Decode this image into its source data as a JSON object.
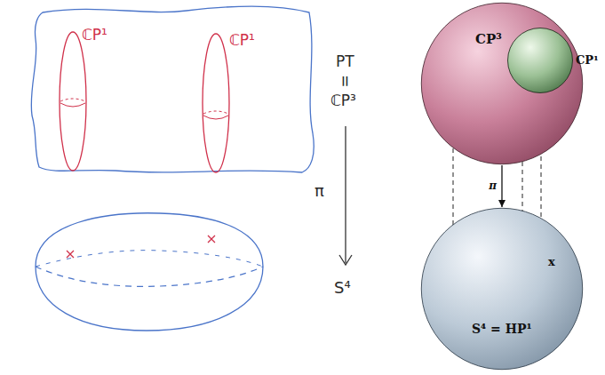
{
  "diagram": {
    "nodes": [
      {
        "text": [
          "CP³"
        ]
      },
      {
        "text": [
          "CP¹"
        ],
        "in": 0
      },
      {
        "text": [
          "S⁴ = HP¹"
        ]
      }
    ],
    "edges": [
      {
        "from": 0,
        "to": 2,
        "arrow": "to",
        "label": "π"
      }
    ],
    "labels": [
      "ℂP¹",
      "ℂP¹",
      "PT",
      "=",
      "ℂP³",
      "π",
      "S⁴",
      "x"
    ]
  }
}
